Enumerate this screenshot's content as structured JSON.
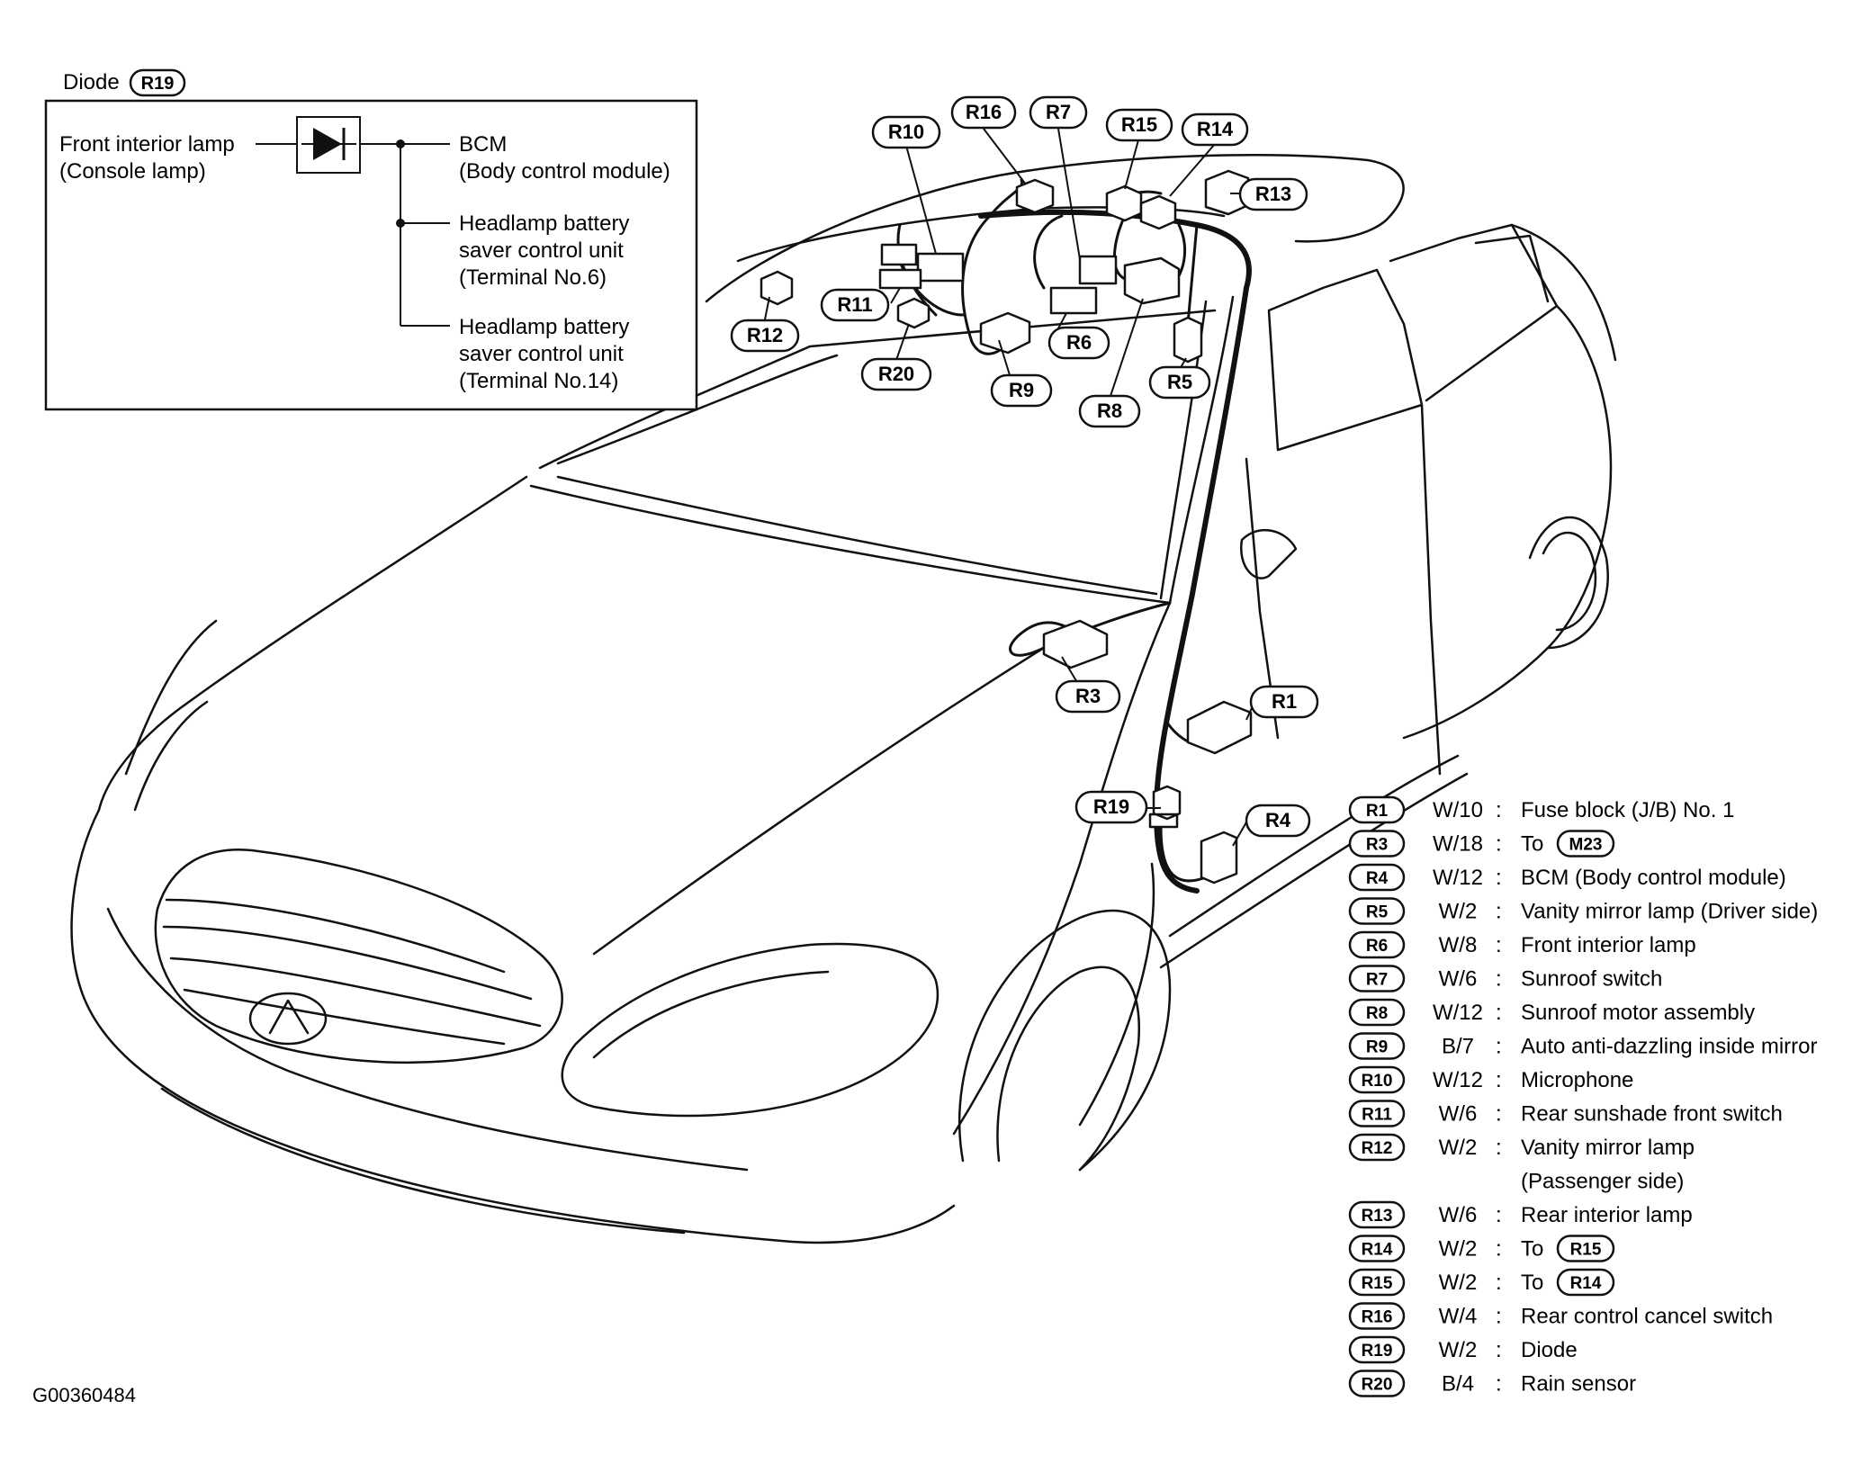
{
  "diode_box": {
    "title": "Diode",
    "title_connector": "R19",
    "left_line1": "Front interior lamp",
    "left_line2": "(Console lamp)",
    "bcm_line1": "BCM",
    "bcm_line2": "(Body control module)",
    "hb6_line1": "Headlamp battery",
    "hb6_line2": "saver control unit",
    "hb6_line3": "(Terminal No.6)",
    "hb14_line1": "Headlamp battery",
    "hb14_line2": "saver control unit",
    "hb14_line3": "(Terminal No.14)"
  },
  "connector_labels": [
    "R16",
    "R7",
    "R15",
    "R14",
    "R10",
    "R13",
    "R11",
    "R12",
    "R6",
    "R20",
    "R9",
    "R5",
    "R8",
    "R3",
    "R1",
    "R19",
    "R4"
  ],
  "legend": [
    {
      "id": "R1",
      "wire": "W/10",
      "desc": "Fuse block (J/B) No. 1",
      "to": ""
    },
    {
      "id": "R3",
      "wire": "W/18",
      "desc": "To",
      "to": "M23"
    },
    {
      "id": "R4",
      "wire": "W/12",
      "desc": "BCM (Body control module)",
      "to": ""
    },
    {
      "id": "R5",
      "wire": "W/2",
      "desc": "Vanity mirror lamp (Driver side)",
      "to": ""
    },
    {
      "id": "R6",
      "wire": "W/8",
      "desc": "Front interior lamp",
      "to": ""
    },
    {
      "id": "R7",
      "wire": "W/6",
      "desc": "Sunroof switch",
      "to": ""
    },
    {
      "id": "R8",
      "wire": "W/12",
      "desc": "Sunroof motor assembly",
      "to": ""
    },
    {
      "id": "R9",
      "wire": "B/7",
      "desc": "Auto anti-dazzling inside mirror",
      "to": ""
    },
    {
      "id": "R10",
      "wire": "W/12",
      "desc": "Microphone",
      "to": ""
    },
    {
      "id": "R11",
      "wire": "W/6",
      "desc": "Rear sunshade front switch",
      "to": ""
    },
    {
      "id": "R12",
      "wire": "W/2",
      "desc": "Vanity mirror lamp",
      "to": ""
    },
    {
      "id": "",
      "wire": "",
      "desc": "(Passenger side)",
      "to": ""
    },
    {
      "id": "R13",
      "wire": "W/6",
      "desc": "Rear interior lamp",
      "to": ""
    },
    {
      "id": "R14",
      "wire": "W/2",
      "desc": "To",
      "to": "R15"
    },
    {
      "id": "R15",
      "wire": "W/2",
      "desc": "To",
      "to": "R14"
    },
    {
      "id": "R16",
      "wire": "W/4",
      "desc": "Rear control cancel switch",
      "to": ""
    },
    {
      "id": "R19",
      "wire": "W/2",
      "desc": "Diode",
      "to": ""
    },
    {
      "id": "R20",
      "wire": "B/4",
      "desc": "Rain sensor",
      "to": ""
    }
  ],
  "legend_separator": ":",
  "figure_code": "G00360484",
  "colors": {
    "line": "#111111",
    "background": "#ffffff"
  }
}
